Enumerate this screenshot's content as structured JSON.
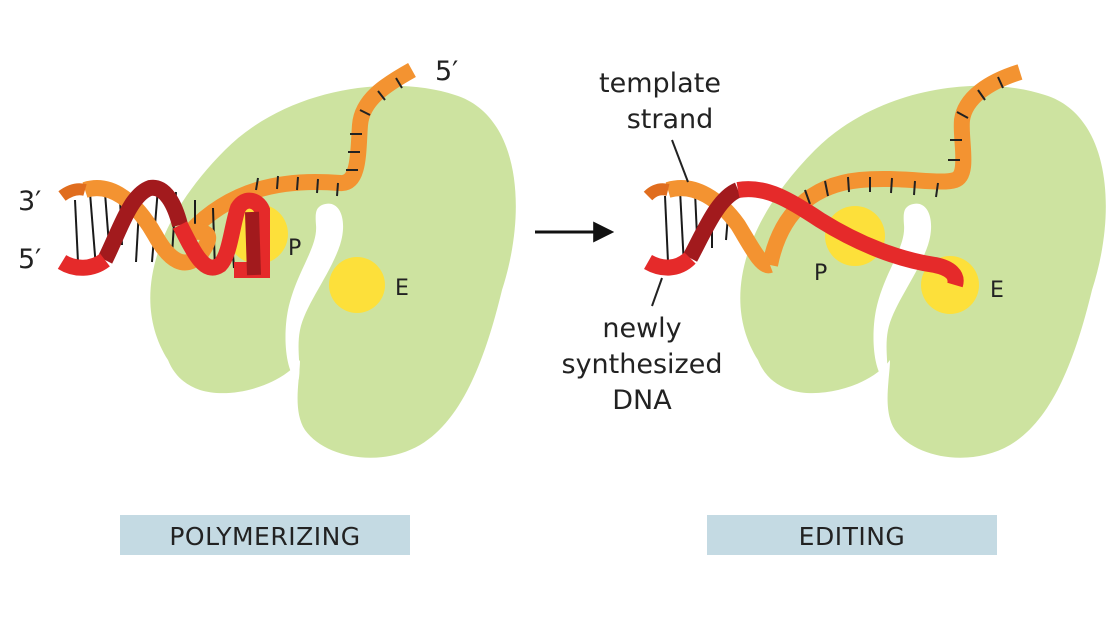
{
  "colors": {
    "enzyme": "#cde3a0",
    "active_site": "#fde03a",
    "template_strand": "#f39331",
    "template_strand_dark": "#e06d1e",
    "new_strand": "#e52a2a",
    "new_strand_dark": "#a21a1d",
    "title_box": "#c4dae3",
    "rung": "#1a1a1a"
  },
  "left_panel": {
    "title": "POLYMERIZING",
    "end_label_3prime": "3′",
    "end_label_5prime_bottom": "5′",
    "end_label_5prime_top": "5′",
    "site_p": "P",
    "site_e": "E"
  },
  "right_panel": {
    "title": "EDITING",
    "template_label_line1": "template",
    "template_label_line2": "strand",
    "new_dna_label_line1": "newly",
    "new_dna_label_line2": "synthesized",
    "new_dna_label_line3": "DNA",
    "site_p": "P",
    "site_e": "E"
  },
  "icons": {
    "transition_arrow": "arrow-right-icon"
  }
}
